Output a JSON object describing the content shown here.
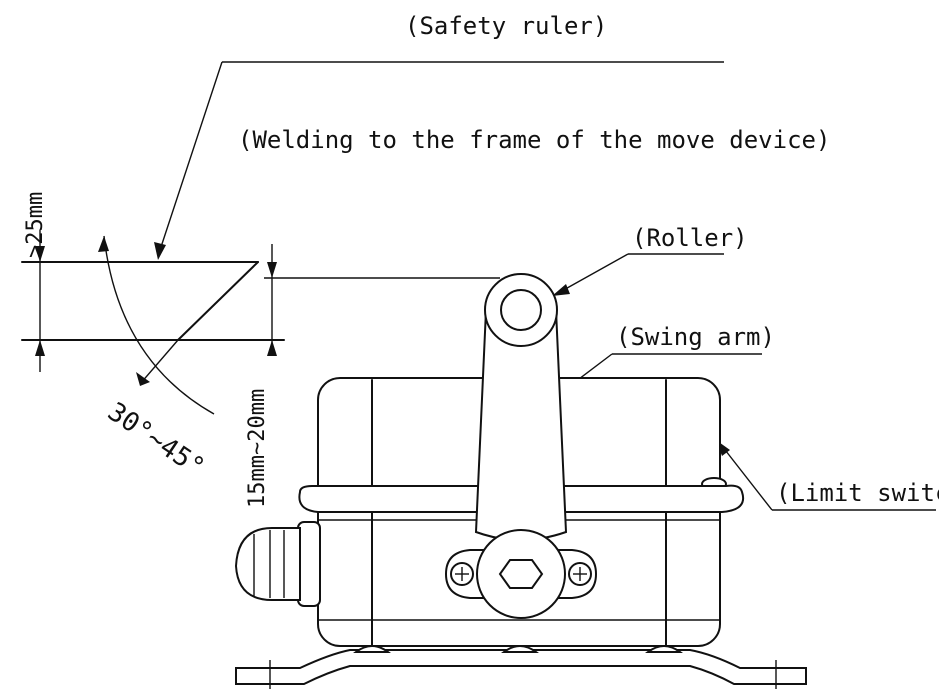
{
  "labels": {
    "safety_ruler": "(Safety ruler)",
    "welding_note": "(Welding to the frame of the move device)",
    "roller": "(Roller)",
    "swing_arm": "(Swing  arm)",
    "limit_switch": "(Limit switch)"
  },
  "dimensions": {
    "gap_label": ">25mm",
    "height_label": "15mm~20mm",
    "angle_label": "30°~45°"
  }
}
